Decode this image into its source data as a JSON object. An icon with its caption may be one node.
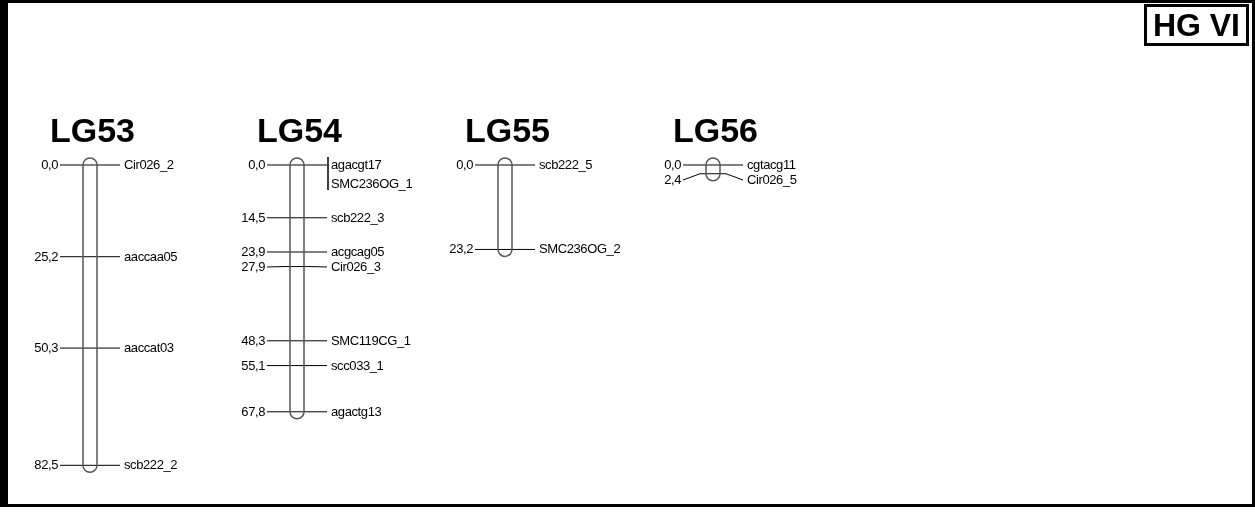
{
  "diagram": {
    "title": "HG VI",
    "nodes": [
      {
        "text": [
          "LG53"
        ],
        "beside": [
          "0,0",
          "Cir026_2",
          "25,2",
          "aaccaa05",
          "50,3",
          "aaccat03",
          "82,5",
          "scb222_2"
        ]
      },
      {
        "text": [
          "LG54"
        ],
        "beside": [
          "0,0",
          "agacgt17",
          "SMC236OG_1",
          "14,5",
          "scb222_3",
          "23,9",
          "acgcag05",
          "27,9",
          "Cir026_3",
          "48,3",
          "SMC119CG_1",
          "55,1",
          "scc033_1",
          "67,8",
          "agactg13"
        ]
      },
      {
        "text": [
          "LG55"
        ],
        "beside": [
          "0,0",
          "scb222_5",
          "23,2",
          "SMC236OG_2"
        ]
      },
      {
        "text": [
          "LG56"
        ],
        "beside": [
          "0,0",
          "cgtacg11",
          "2,4",
          "Cir026_5"
        ]
      }
    ]
  }
}
